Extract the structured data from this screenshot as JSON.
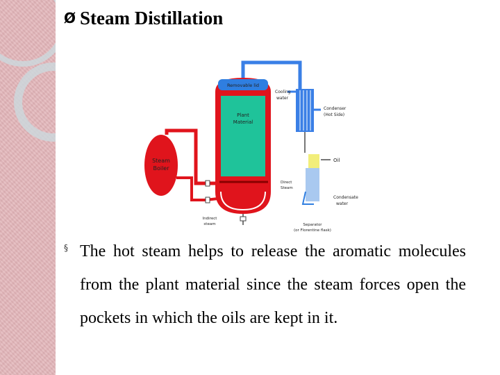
{
  "slide": {
    "title_marker": "Ø",
    "title": "Steam Distillation",
    "bullet_marker": "§",
    "bullet_text": "The hot steam helps to release the aromatic molecules from the plant material since the steam forces open the pockets in which the oils are kept in it."
  },
  "diagram": {
    "labels": {
      "removable_lid": "Removable lid",
      "plant_material_1": "Plant",
      "plant_material_2": "Material",
      "steam_boiler_1": "Steam",
      "steam_boiler_2": "Boiler",
      "cooling_water_1": "Cooling",
      "cooling_water_2": "water",
      "condenser_1": "Condenser",
      "condenser_2": "(Hot Side)",
      "oil": "Oil",
      "direct_steam_1": "Direct",
      "direct_steam_2": "Steam",
      "condensate_1": "Condensate",
      "condensate_2": "water",
      "indirect_steam_1": "Indirect",
      "indirect_steam_2": "steam",
      "separator_1": "Separator",
      "separator_2": "(or Florentine flask)"
    },
    "colors": {
      "vessel": "#e0141c",
      "plant": "#1fc39a",
      "lid": "#2f7ee0",
      "pipe_blue": "#3a7fe6",
      "oil": "#f2ee7a",
      "water": "#a9c9f0"
    }
  }
}
